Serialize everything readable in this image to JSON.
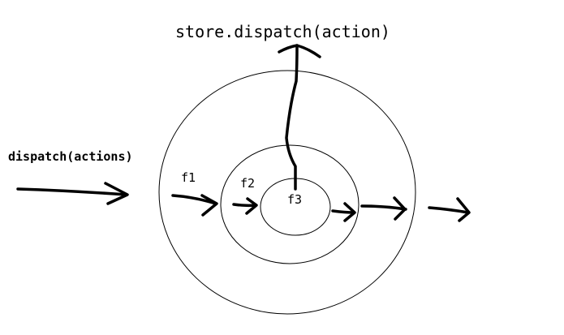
{
  "labels": {
    "top_call": "store.dispatch(action)",
    "left_call": "dispatch(actions)",
    "f1": "f1",
    "f2": "f2",
    "f3": "f3"
  }
}
